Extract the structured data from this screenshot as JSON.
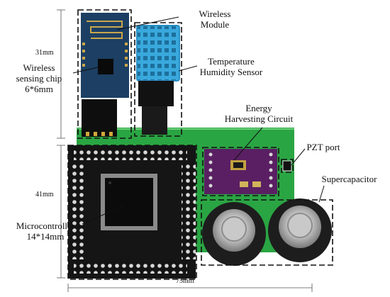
{
  "labels": {
    "wireless_module": [
      "Wireless",
      "Module"
    ],
    "temp_sensor": [
      "Temperature",
      "Humidity Sensor"
    ],
    "wireless_chip": [
      "Wireless",
      "sensing chip",
      "6*6mm"
    ],
    "energy_circuit": [
      "Energy",
      "Harvesting Circuit"
    ],
    "pzt_port": "PZT port",
    "supercapacitor": "Supercapacitor",
    "microcontroller": [
      "Microcontroller",
      "14*14mm"
    ]
  },
  "dimensions": {
    "height_top": "31mm",
    "height_bottom": "41mm",
    "width": "75mm"
  },
  "colors": {
    "green_board": "#2aa543",
    "black_board": "#151515",
    "rf_module": "#1c3f63",
    "sensor_blue": "#39a8dd",
    "purple_board": "#5a1f63"
  }
}
